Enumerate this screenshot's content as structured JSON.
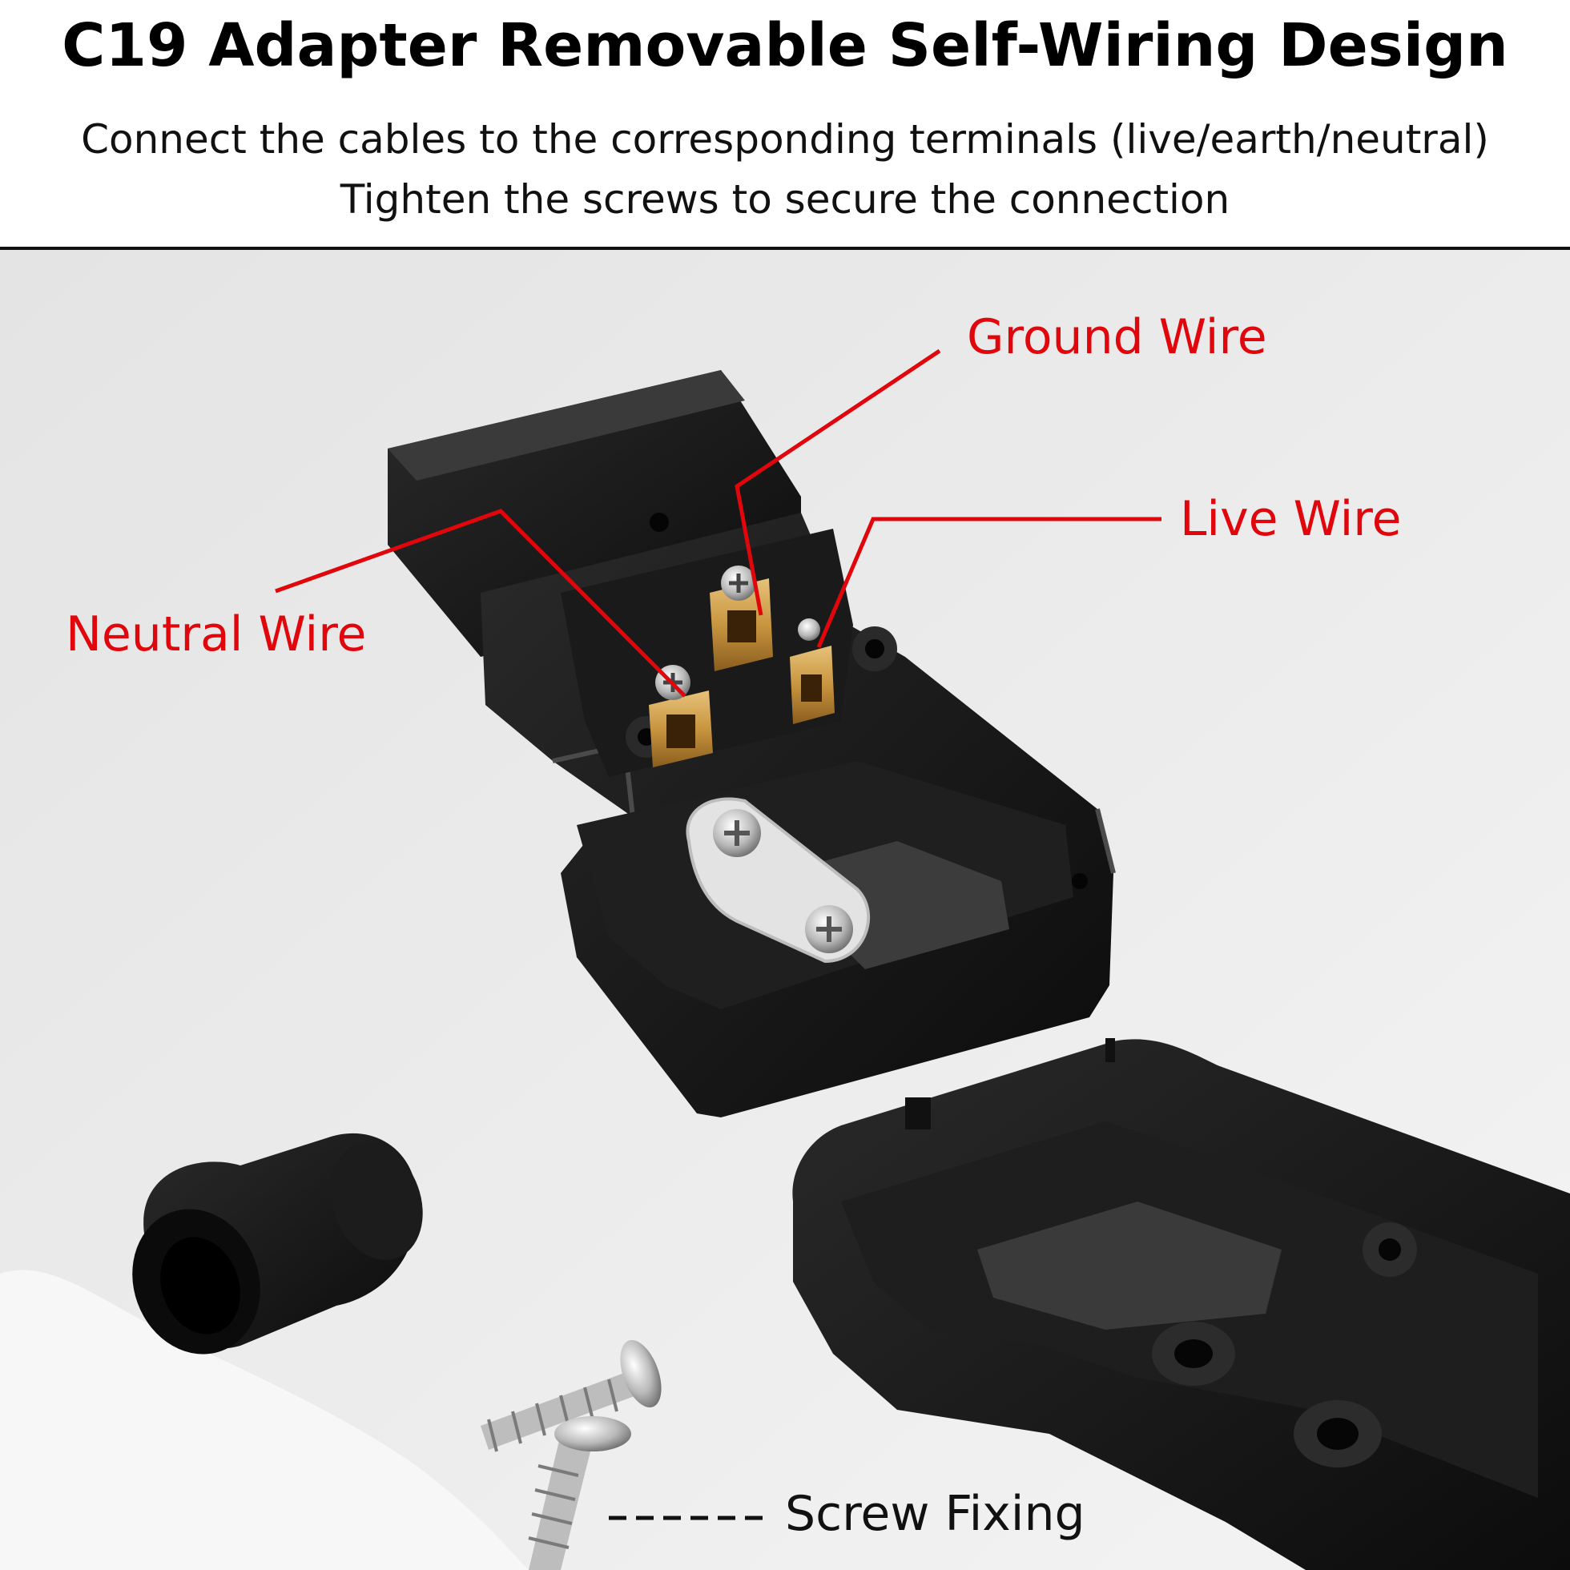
{
  "header": {
    "title": "C19 Adapter Removable Self-Wiring Design",
    "subtitle_line1": "Connect the cables to the corresponding terminals (live/earth/neutral)",
    "subtitle_line2": "Tighten the screws to secure the connection"
  },
  "callouts": {
    "ground": "Ground Wire",
    "live": "Live Wire",
    "neutral": "Neutral Wire",
    "screw": "Screw Fixing"
  },
  "colors": {
    "callout_red": "#e0060c",
    "background": "#ebebeb",
    "plastic_black": "#161616",
    "brass": "#c8953f"
  }
}
